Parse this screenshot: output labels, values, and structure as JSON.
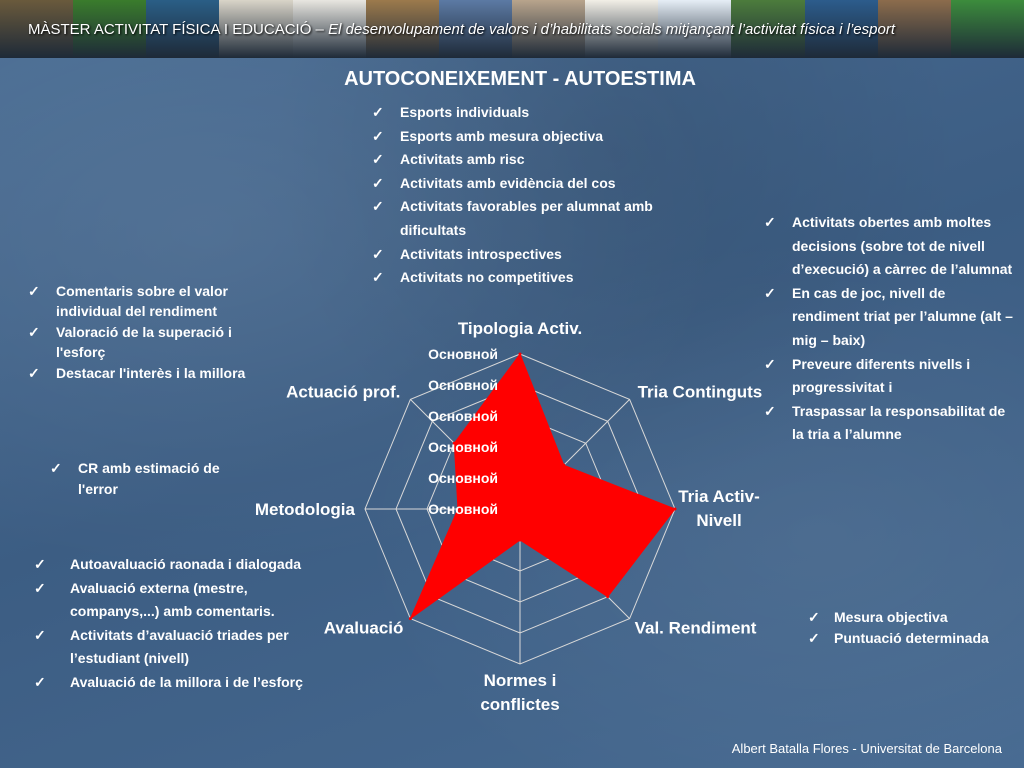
{
  "banner": {
    "text_main": "MÀSTER ACTIVITAT FÍSICA I EDUCACIÓ – ",
    "text_italic": "El desenvolupament de valors i d’habilitats socials mitjançant l’activitat física i l’esport",
    "tile_colors": [
      "#6a5a3c",
      "#3a7c2c",
      "#2a5e86",
      "#d9d4c8",
      "#e8e6e0",
      "#9c7a4c",
      "#5c7aa4",
      "#b8a48c",
      "#f2efe6",
      "#e6eef6",
      "#4c7c3c",
      "#2c5c8c",
      "#8c6c4c",
      "#3c8c3c"
    ]
  },
  "title": "AUTOCONEIXEMENT - AUTOESTIMA",
  "check_icon": "check-icon",
  "check_mark": "✓",
  "top_list": [
    "Esports individuals",
    "Esports amb mesura objectiva",
    "Activitats amb risc",
    "Activitats amb evidència del cos",
    "Activitats favorables per alumnat amb dificultats",
    "Activitats introspectives",
    "Activitats no competitives"
  ],
  "right_list": [
    "Activitats obertes amb moltes decisions (sobre tot de nivell d’execució) a càrrec de l’alumnat",
    "En cas de joc, nivell de rendiment triat per l’alumne (alt – mig – baix)",
    "Preveure diferents nivells i progressivitat i",
    "Traspassar la responsabilitat de la tria a l’alumne"
  ],
  "left_list_1": [
    "Comentaris sobre el valor individual del rendiment",
    "Valoració de la superació i l'esforç",
    "Destacar l'interès i la millora"
  ],
  "left_list_2": [
    "CR amb estimació de l'error"
  ],
  "left_list_3": [
    "Autoavaluació raonada i dialogada",
    "Avaluació externa (mestre, companys,...)  amb comentaris.",
    "Activitats d’avaluació triades per l’estudiant (nivell)",
    "Avaluació de la millora i de l’esforç"
  ],
  "right_list_2": [
    "Mesura objectiva",
    "Puntuació determinada"
  ],
  "chart_data": {
    "type": "radar",
    "title": "",
    "categories": [
      "Tipologia Activ.",
      "Tria Continguts",
      "Tria Activ-\nNivell",
      "Val. Rendiment",
      "Normes i\nconflictes",
      "Avaluació",
      "Metodologia",
      "Actuació prof."
    ],
    "series": [
      {
        "values": [
          5,
          2,
          5,
          4,
          1,
          5,
          2,
          3
        ],
        "color": "#ff0000"
      }
    ],
    "rlim": [
      0,
      5
    ],
    "tick_labels": [
      "Основной",
      "Основной",
      "Основной",
      "Основной",
      "Основной",
      "Основной"
    ],
    "grid": true,
    "legend": "none"
  },
  "footer": "Albert Batalla Flores - Universitat de Barcelona"
}
